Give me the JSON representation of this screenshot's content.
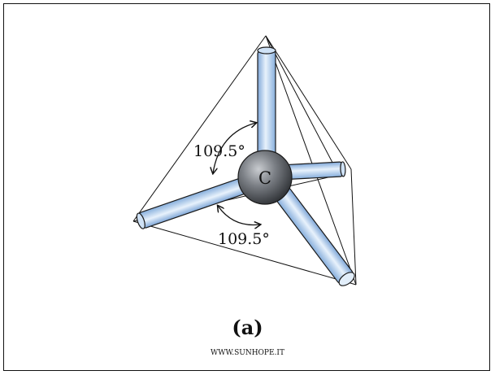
{
  "diagram": {
    "atom_label": "C",
    "angle_label_top": "109.5°",
    "angle_label_bottom": "109.5°",
    "caption": "(a)",
    "source": "WWW.SUNHOPE.IT",
    "colors": {
      "bond_fill": "#a9c9ee",
      "bond_highlight": "#e8f2fc",
      "bond_stroke": "#1a1a1a",
      "atom_dark": "#3a3d42",
      "atom_light": "#b9bcc0",
      "line": "#111111"
    }
  }
}
